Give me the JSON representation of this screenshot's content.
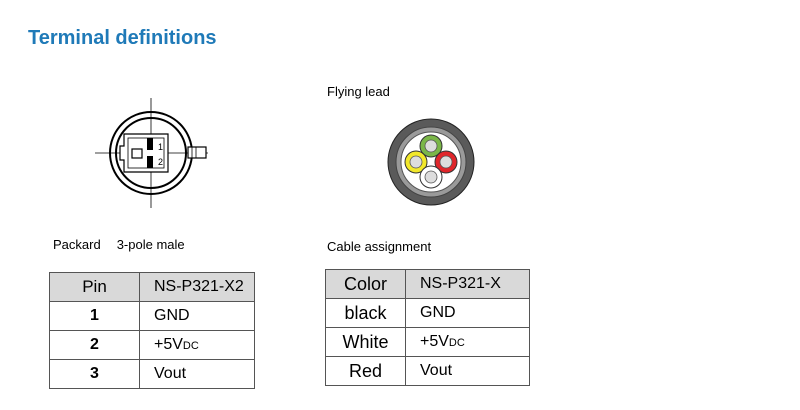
{
  "title": "Terminal definitions",
  "flying_lead_caption": "Flying lead",
  "packard_caption": {
    "connector": "Packard",
    "type": "3-pole male"
  },
  "cable_caption": "Cable assignment",
  "connector_pin_labels": [
    "1",
    "2"
  ],
  "pin_table": {
    "headers": [
      "Pin",
      "NS-P321-X2"
    ],
    "rows": [
      {
        "key": "1",
        "value": "GND",
        "sub": ""
      },
      {
        "key": "2",
        "value": "+5V",
        "sub": "DC"
      },
      {
        "key": "3",
        "value": "Vout",
        "sub": ""
      }
    ]
  },
  "color_table": {
    "headers": [
      "Color",
      "NS-P321-X"
    ],
    "rows": [
      {
        "key": "black",
        "value": "GND",
        "sub": ""
      },
      {
        "key": "White",
        "value": "+5V",
        "sub": "DC"
      },
      {
        "key": "Red",
        "value": "Vout",
        "sub": ""
      }
    ]
  },
  "wire_colors": {
    "green": "#7ab648",
    "red": "#e0262b",
    "yellow": "#f2e82b",
    "white": "#ffffff",
    "sheath": "#555555"
  }
}
